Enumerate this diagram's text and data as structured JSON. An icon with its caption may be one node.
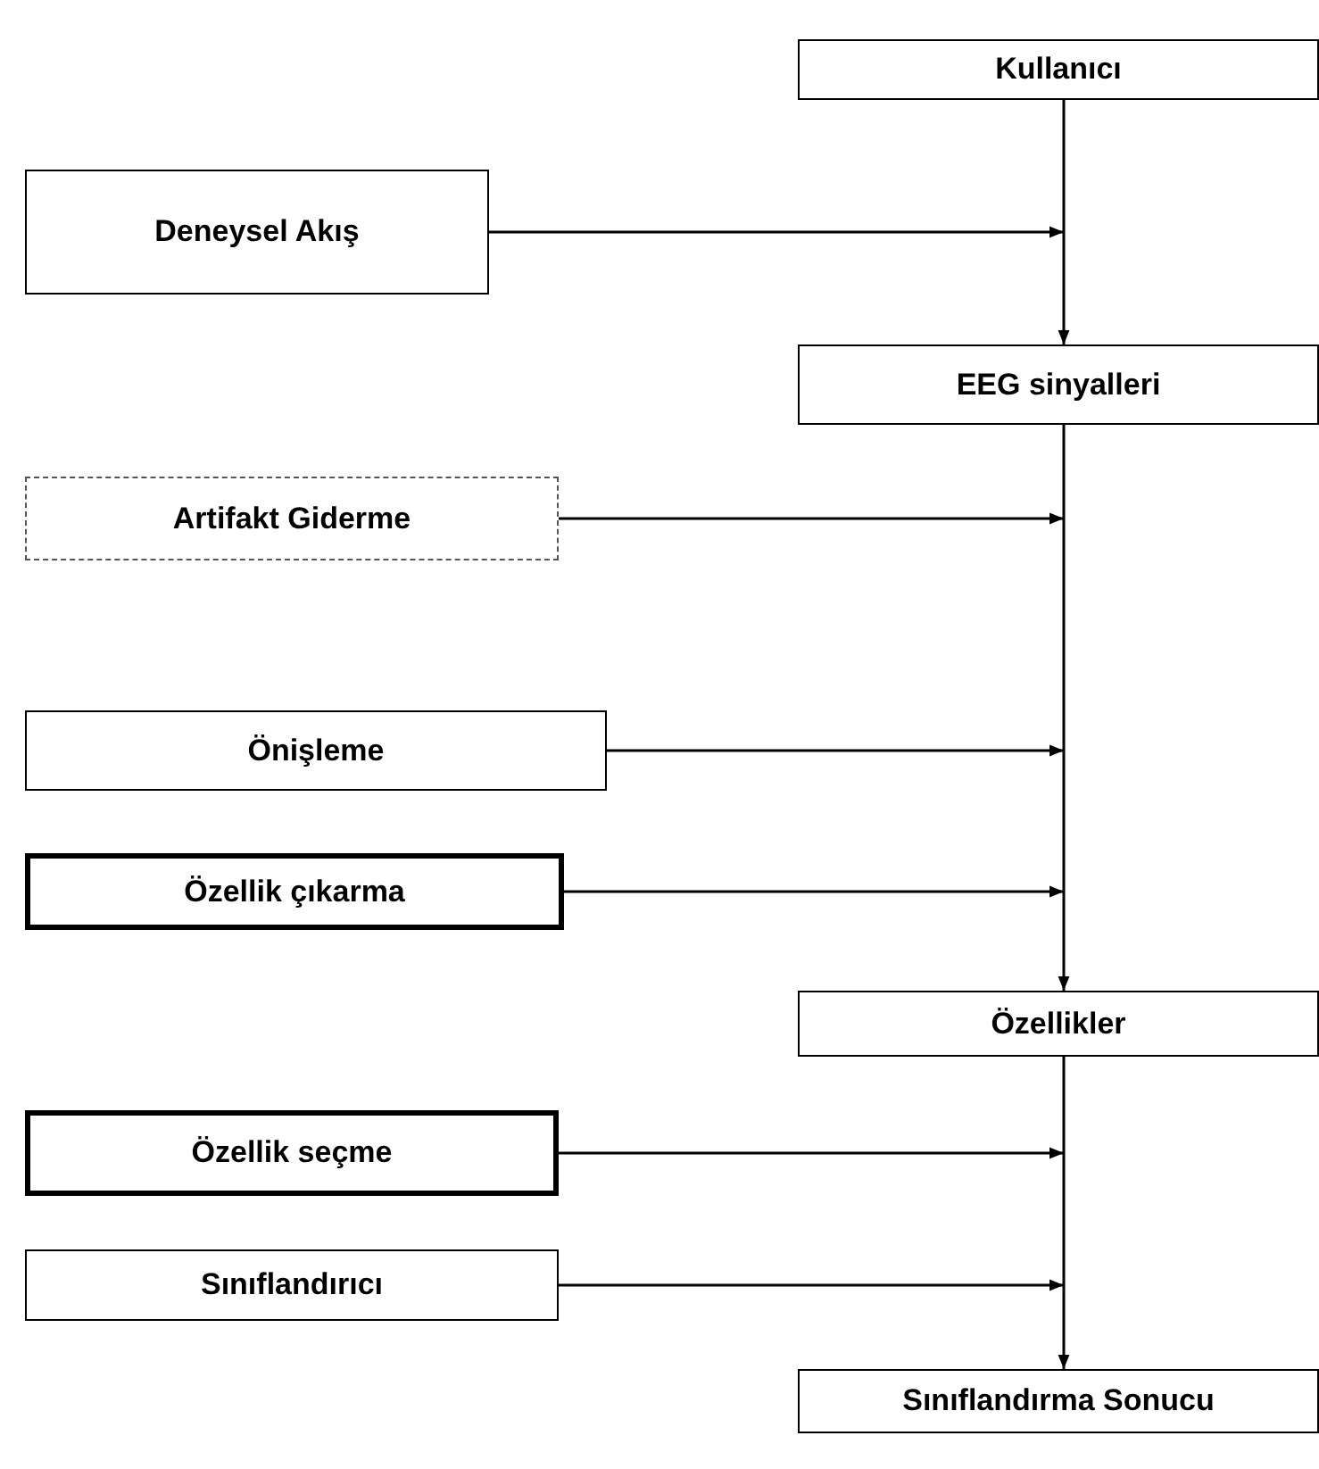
{
  "diagram": {
    "nodes": [
      {
        "text": [
          "Kullanıcı"
        ]
      },
      {
        "text": [
          "Deneysel Akış"
        ]
      },
      {
        "text": [
          "EEG sinyalleri"
        ]
      },
      {
        "text": [
          "Artifakt Giderme"
        ]
      },
      {
        "text": [
          "Önişleme"
        ]
      },
      {
        "text": [
          "Özellik çıkarma"
        ]
      },
      {
        "text": [
          "Özellikler"
        ]
      },
      {
        "text": [
          "Özellik seçme"
        ]
      },
      {
        "text": [
          "Sınıflandırıcı"
        ]
      },
      {
        "text": [
          "Sınıflandırma Sonucu"
        ]
      }
    ],
    "edges": [
      {
        "from": 0,
        "to": 2,
        "arrow": "to"
      },
      {
        "from": 1,
        "to": null,
        "arrow": "to"
      },
      {
        "from": 2,
        "to": 6,
        "arrow": "to"
      },
      {
        "from": 3,
        "to": null,
        "arrow": "to"
      },
      {
        "from": 4,
        "to": null,
        "arrow": "to"
      },
      {
        "from": 5,
        "to": null,
        "arrow": "to"
      },
      {
        "from": 6,
        "to": 9,
        "arrow": "to"
      },
      {
        "from": 7,
        "to": null,
        "arrow": "to"
      },
      {
        "from": 8,
        "to": null,
        "arrow": "to"
      }
    ]
  }
}
